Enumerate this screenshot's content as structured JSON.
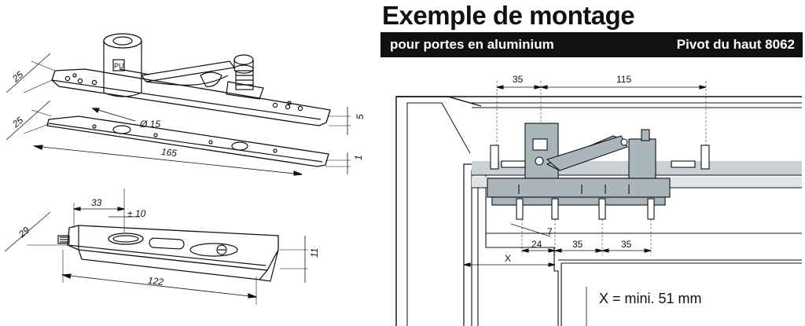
{
  "header": {
    "title": "Exemple de montage",
    "subtitle_left": "pour portes en aluminium",
    "subtitle_right": "Pivot du haut 8062"
  },
  "left_top": {
    "dim_25a": "25",
    "dim_25b": "25",
    "dim_diam": "Ø 15",
    "dim_5": "5",
    "dim_165": "165",
    "dim_1": "1",
    "engraving": "PU"
  },
  "left_bottom": {
    "dim_33": "33",
    "dim_tol": "± 10",
    "dim_29": "29",
    "dim_11": "11",
    "dim_122": "122"
  },
  "right": {
    "dim_35_top": "35",
    "dim_115": "115",
    "dim_7": "7",
    "dim_24": "24",
    "dim_35_a": "35",
    "dim_35_b": "35",
    "dim_x": "X",
    "note": "X = mini. 51 mm"
  },
  "colors": {
    "ink": "#111111",
    "fill_grey": "#a9b6bc",
    "header_bg": "#111111"
  }
}
